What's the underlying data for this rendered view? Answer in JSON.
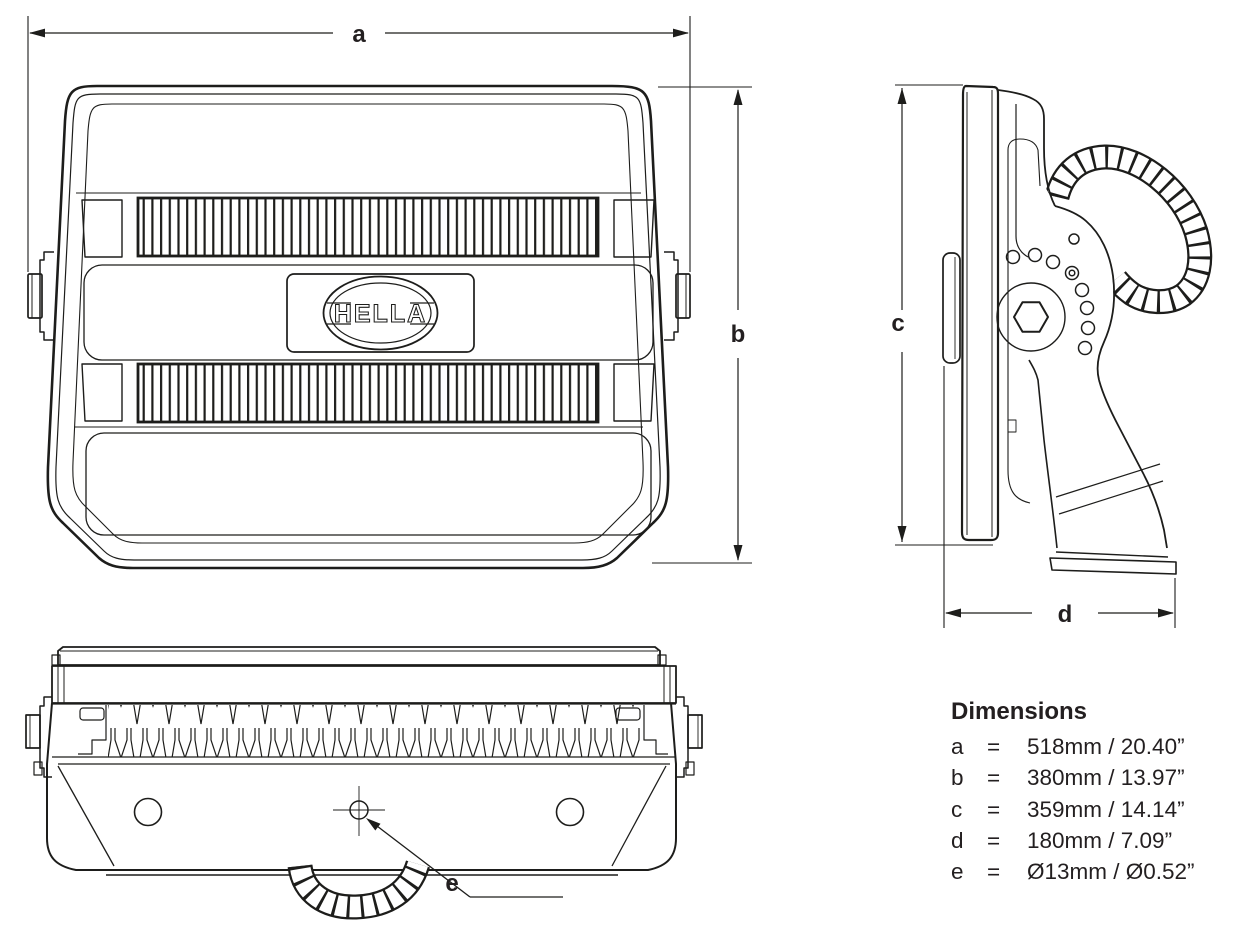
{
  "drawing": {
    "labels": {
      "a": "a",
      "b": "b",
      "c": "c",
      "d": "d",
      "e": "e"
    },
    "logo_text": "HELLA"
  },
  "dimensions_table": {
    "title": "Dimensions",
    "rows": [
      {
        "letter": "a",
        "eq": "=",
        "value": "518mm / 20.40”"
      },
      {
        "letter": "b",
        "eq": "=",
        "value": "380mm / 13.97”"
      },
      {
        "letter": "c",
        "eq": "=",
        "value": "359mm / 14.14”"
      },
      {
        "letter": "d",
        "eq": "=",
        "value": "180mm / 7.09”"
      },
      {
        "letter": "e",
        "eq": "=",
        "value": "Ø13mm / Ø0.52”"
      }
    ]
  },
  "colors": {
    "line": "#1d1d1b",
    "text": "#231f20",
    "background": "#ffffff"
  }
}
